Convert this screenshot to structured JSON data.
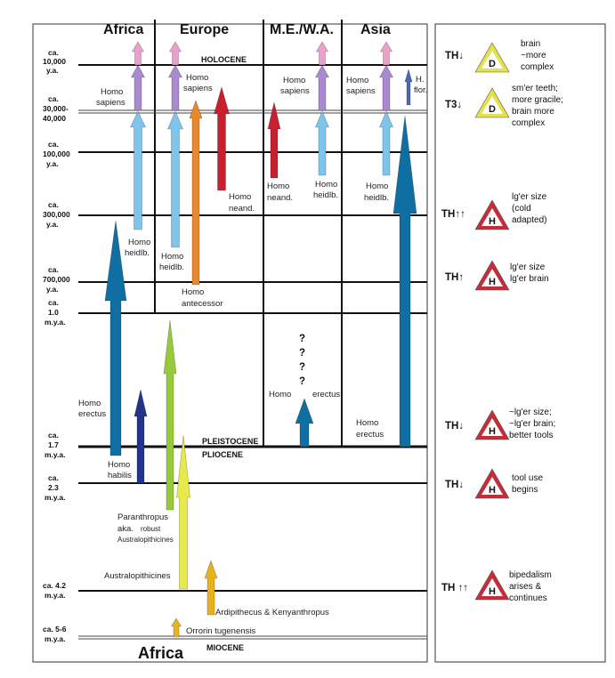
{
  "regions": [
    "Africa",
    "Europe",
    "M.E./W.A.",
    "Asia"
  ],
  "time_labels": [
    [
      "ca.",
      "10,000",
      "y.a."
    ],
    [
      "ca.",
      "30,000-",
      "40,000"
    ],
    [
      "ca.",
      "100,000",
      "y.a."
    ],
    [
      "ca.",
      "300,000",
      "y.a."
    ],
    [
      "ca.",
      "700,000",
      "y.a."
    ],
    [
      "ca.",
      "1.0",
      "m.y.a."
    ],
    [
      "ca.",
      "1.7",
      "m.y.a."
    ],
    [
      "ca.",
      "2.3",
      "m.y.a."
    ],
    [
      "ca. 4.2",
      "m.y.a."
    ],
    [
      "ca. 5-6",
      "m.y.a."
    ]
  ],
  "epochs": {
    "holocene": "HOLOCENE",
    "pleistocene": "PLEISTOCENE",
    "pliocene": "PLIOCENE",
    "miocene": "MIOCENE"
  },
  "taxa": {
    "af_sapiens": [
      "Homo",
      "sapiens"
    ],
    "af_heidlb": [
      "Homo",
      "heidlb."
    ],
    "af_erectus": [
      "Homo",
      "erectus"
    ],
    "af_habilis": [
      "Homo",
      "habilis"
    ],
    "eu_sapiens": [
      "Homo",
      "sapiens"
    ],
    "eu_neand": [
      "Homo",
      "neand."
    ],
    "eu_heidlb": [
      "Homo",
      "heidlb."
    ],
    "eu_antecessor": [
      "Homo",
      "antecessor"
    ],
    "me_sapiens": [
      "Homo",
      "sapiens"
    ],
    "me_neand": [
      "Homo",
      "neand."
    ],
    "me_heidlb": [
      "Homo",
      "heidlb."
    ],
    "me_question": [
      "?",
      "?",
      "?",
      "?"
    ],
    "me_erectus": [
      "Homo",
      "erectus"
    ],
    "as_sapiens": [
      "Homo",
      "sapiens"
    ],
    "as_flor": [
      "H.",
      "flor."
    ],
    "as_heidlb": [
      "Homo",
      "heidlb."
    ],
    "as_erectus": [
      "Homo",
      "erectus"
    ],
    "paranthropus": [
      "Paranthropus",
      "aka.",
      "robust",
      "Australopithicines"
    ],
    "australopithicines": "Australopithicines",
    "ardipithecus": "Ardipithecus & Kenyanthropus",
    "orrorin": "Orrorin tugenensis",
    "africa_bottom": "Africa"
  },
  "events": [
    {
      "th": "TH↓",
      "tri": "D",
      "lines": [
        "brain",
        "~more",
        "complex"
      ]
    },
    {
      "th": "T3↓",
      "tri": "D",
      "lines": [
        "sm'er  teeth;",
        "more gracile;",
        "brain more",
        "complex"
      ]
    },
    {
      "th": "TH↑↑",
      "tri": "H",
      "lines": [
        "lg'er size",
        "(cold",
        " adapted)"
      ]
    },
    {
      "th": "TH↑",
      "tri": "H",
      "lines": [
        "lg'er size",
        "lg'er brain"
      ]
    },
    {
      "th": "TH↓",
      "tri": "H",
      "lines": [
        "~lg'er size;",
        "~lg'er brain;",
        "better tools"
      ]
    },
    {
      "th": "TH↓",
      "tri": "H",
      "lines": [
        "tool use",
        "begins"
      ]
    },
    {
      "th": "TH ↑↑",
      "tri": "H",
      "lines": [
        "bipedalism",
        "arises &",
        "continues"
      ]
    }
  ],
  "colors": {
    "pink": "#e9a0cc",
    "lavender": "#a98ad0",
    "lightblue": "#7fc4ea",
    "darkblue": "#0f6fa3",
    "navy": "#24348a",
    "orange": "#e7892b",
    "red": "#c72130",
    "green": "#98c93b",
    "yellow": "#e9e94a",
    "gold": "#e8b21f",
    "slateblue": "#4a68b3",
    "tri_yellow": "#e3e24a",
    "tri_red": "#c42d3a"
  }
}
